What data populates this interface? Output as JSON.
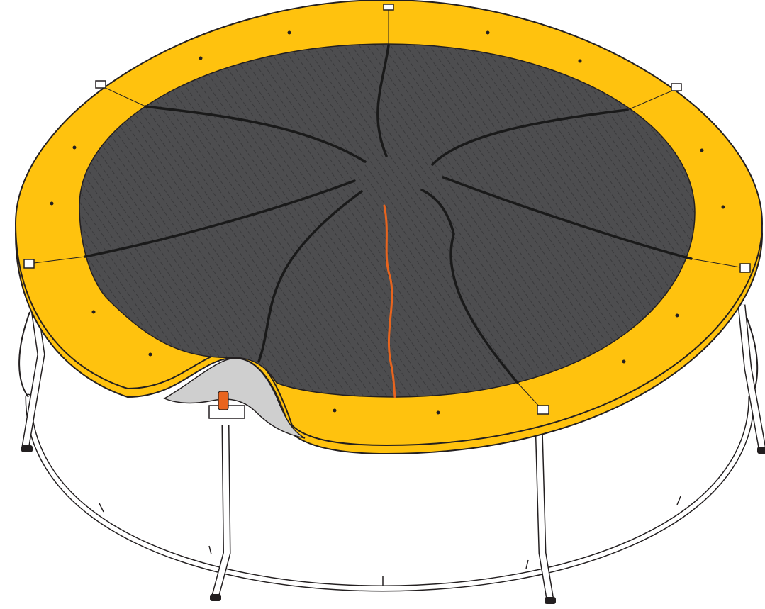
{
  "diagram": {
    "colors": {
      "background": "#ffffff",
      "pad": "#FFC20E",
      "mat": "#4d4d4f",
      "mat_texture": "#3a3a3c",
      "seam": "#1a1a1a",
      "highlight_strap": "#E8641E",
      "frame": "#ffffff",
      "outline": "#231f20",
      "pad_underside": "#cfcfcf"
    },
    "elements": {
      "mat_seam_count": 8,
      "pad_strap_count": 6,
      "leg_count": 4,
      "highlighted_strap_count": 1
    }
  }
}
